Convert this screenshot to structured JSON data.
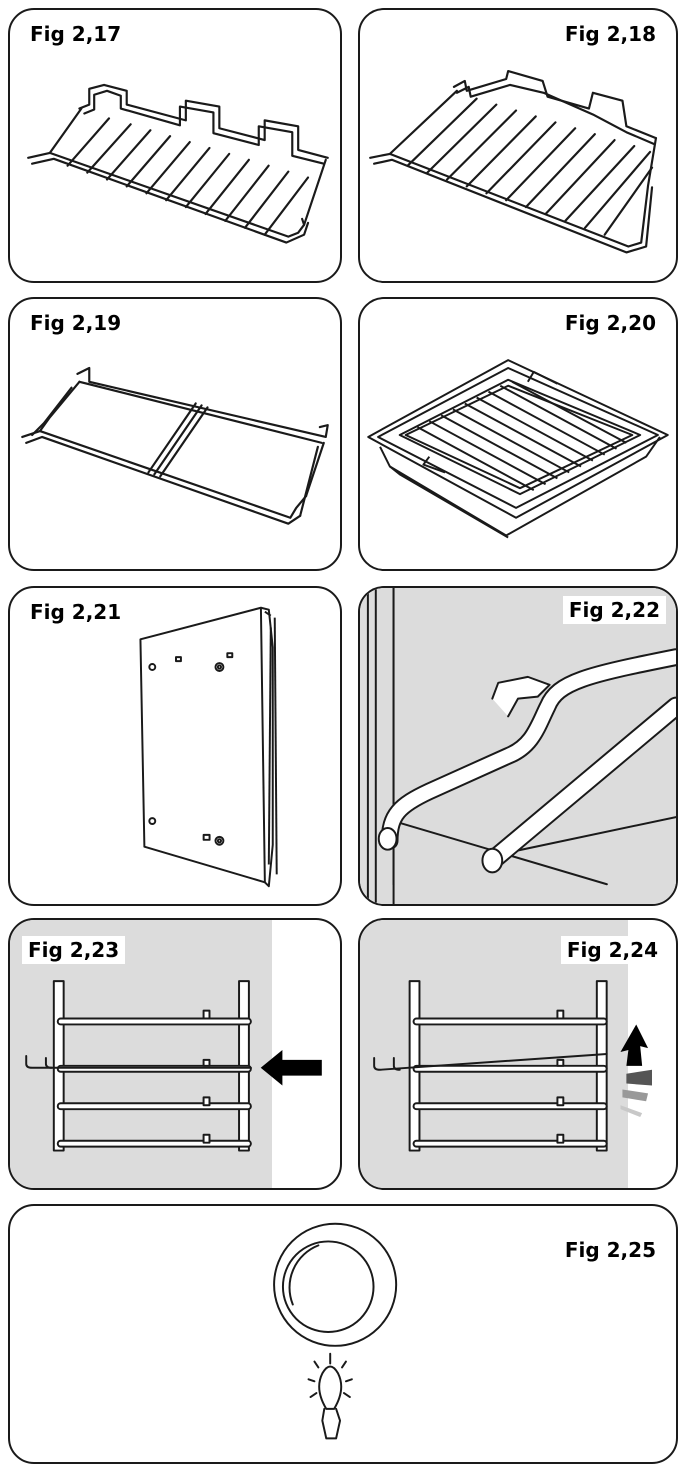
{
  "figures": {
    "f17": "Fig 2,17",
    "f18": "Fig 2,18",
    "f19": "Fig 2,19",
    "f20": "Fig 2,20",
    "f21": "Fig 2,21",
    "f22": "Fig 2,22",
    "f23": "Fig 2,23",
    "f24": "Fig 2,24",
    "f25": "Fig 2,25"
  },
  "colors": {
    "line": "#1a1a1a",
    "shade": "#dcdcdc",
    "arrow": "#000000"
  }
}
